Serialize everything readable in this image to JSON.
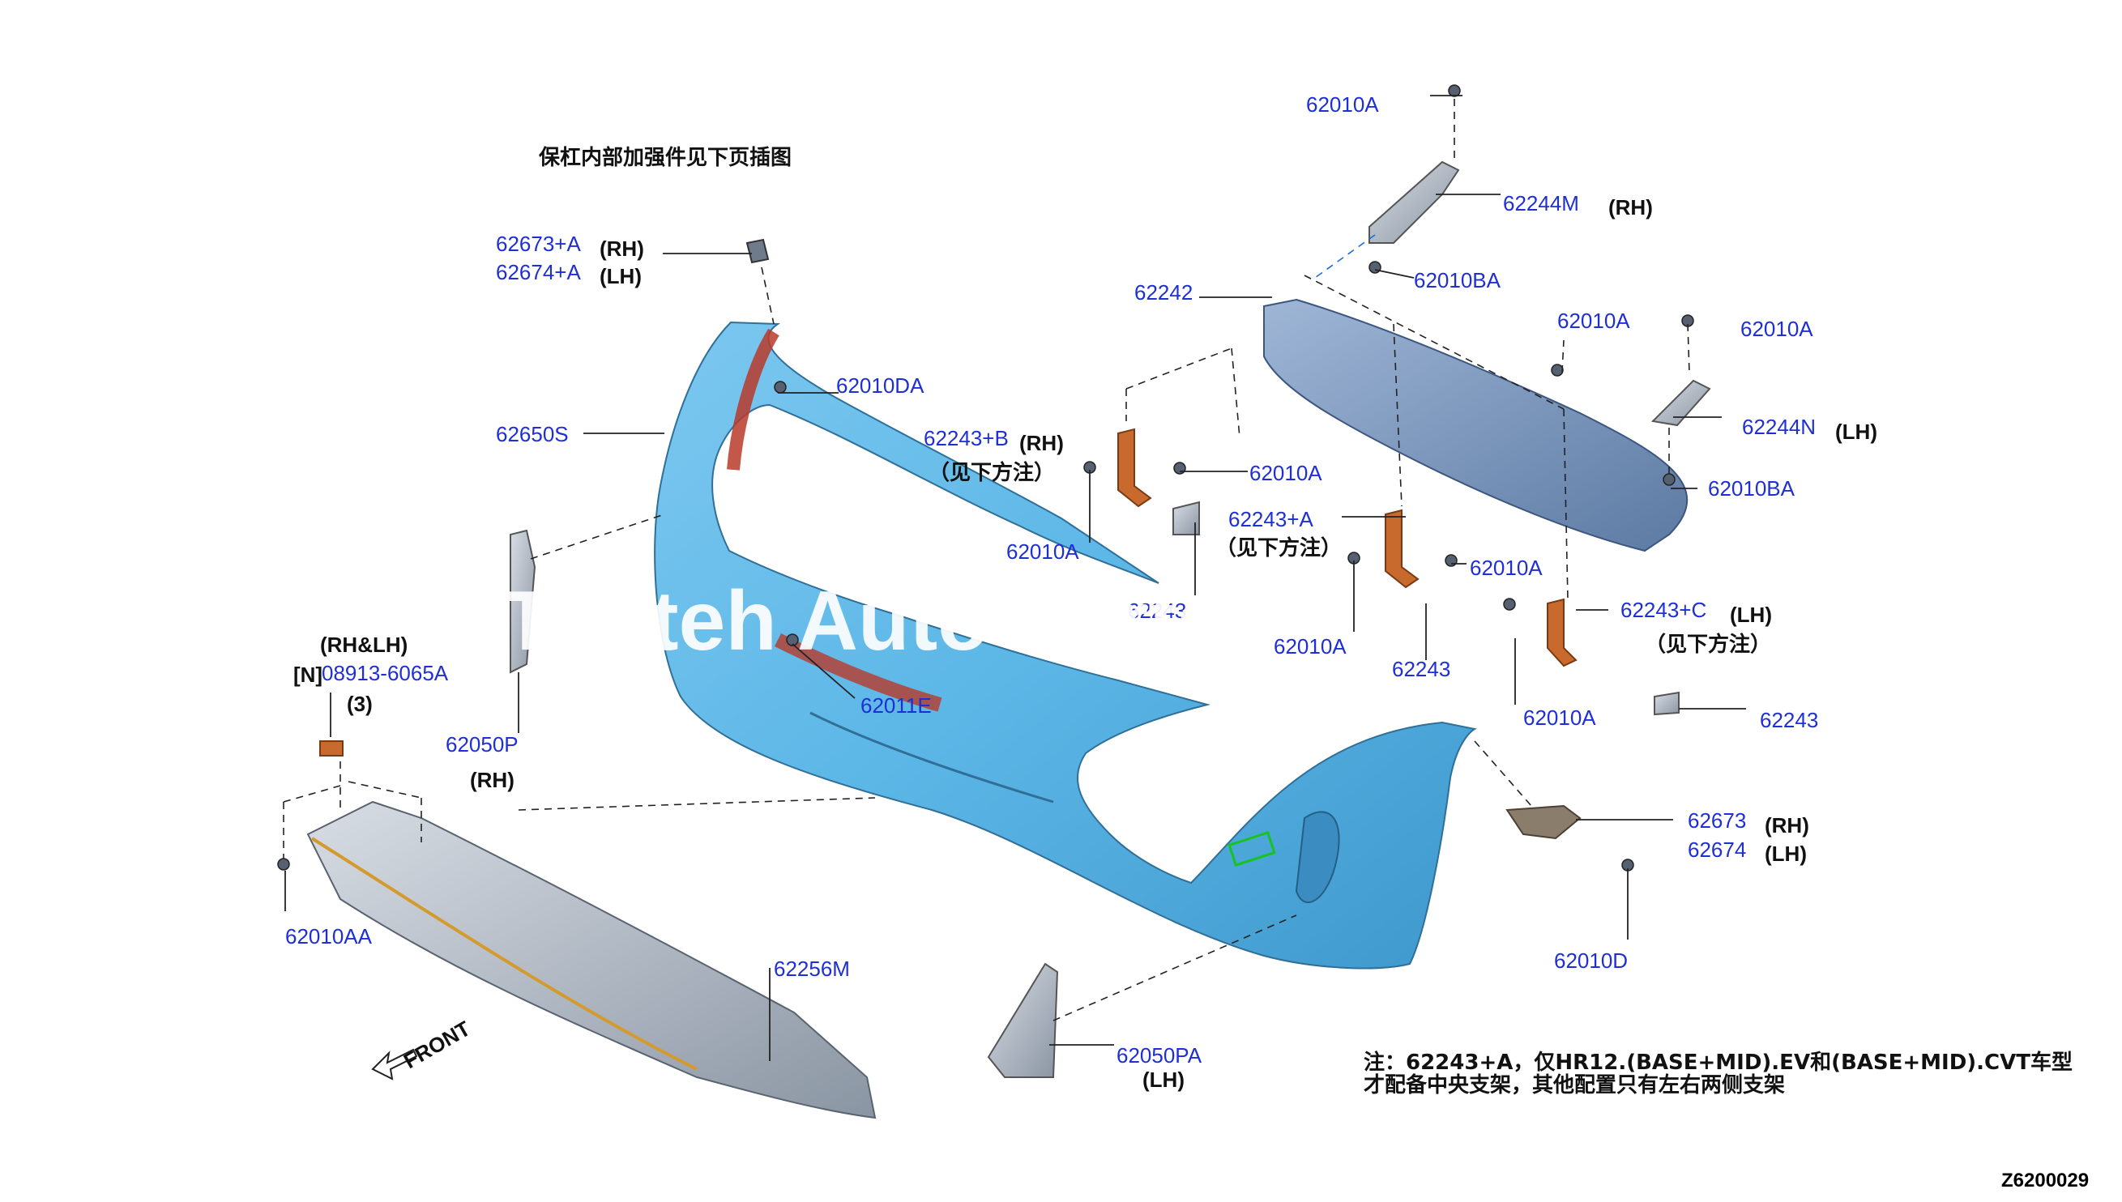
{
  "header": {
    "note_cn": "保杠内部加强件见下页插图"
  },
  "labels": {
    "p62673a": "62673+A",
    "p62674a": "62674+A",
    "p62010da": "62010DA",
    "p62650s": "62650S",
    "p62243b": "62243+B",
    "p62010a_1": "62010A",
    "p62010a_2": "62010A",
    "p62243_1": "62243",
    "p62243a": "62243+A",
    "p62010a_3": "62010A",
    "p62010a_4": "62010A",
    "p62243_2": "62243",
    "p62010a_top": "62010A",
    "p62244m": "62244M",
    "p62010ba_1": "62010BA",
    "p62242": "62242",
    "p62010a_5": "62010A",
    "p62010a_6": "62010A",
    "p62244n": "62244N",
    "p62010ba_2": "62010BA",
    "p62243c": "62243+C",
    "p62010a_7": "62010A",
    "p62243_3": "62243",
    "p62011e": "62011E",
    "p08913": "08913-6065A",
    "p62050p": "62050P",
    "p62010aa": "62010AA",
    "p62256m": "62256M",
    "p62050pa": "62050PA",
    "p62673": "62673",
    "p62674": "62674",
    "p62010d": "62010D"
  },
  "sides": {
    "rh": "(RH)",
    "lh": "(LH)",
    "rhlh": "(RH&LH)",
    "n": "[N]",
    "qty3": "(3)"
  },
  "notes": {
    "see_below": "（见下方注）",
    "bottom_line1": "注：62243+A，仅HR12.(BASE+MID).EV和(BASE+MID).CVT车型",
    "bottom_line2": "才配备中央支架，其他配置只有左右两侧支架"
  },
  "front_label": "FRONT",
  "diagram_ref": "Z6200029",
  "watermark": "Tonteh Auto Parts",
  "colors": {
    "label_blue": "#1f2fd6",
    "bumper_blue": "#5bb6e6",
    "bracket_orange": "#c8692e",
    "reinforcement_red": "#b83a2a",
    "steel_blue": "#7f9cc2"
  }
}
